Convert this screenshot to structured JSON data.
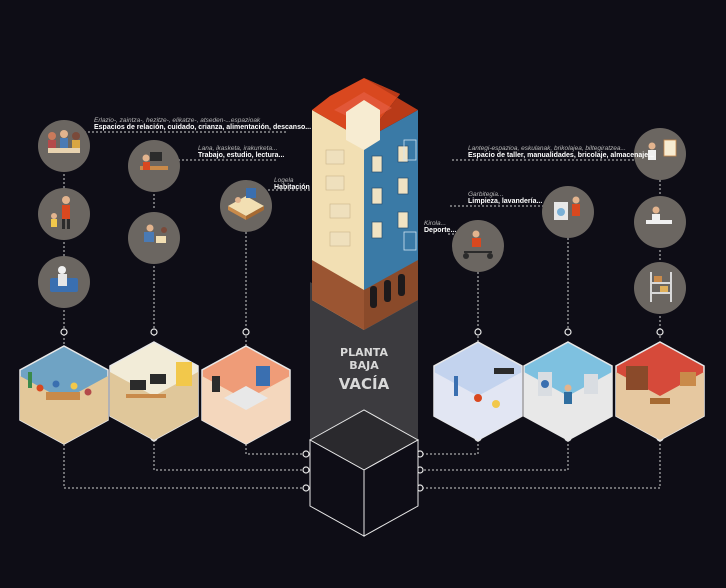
{
  "labels": {
    "relacion": {
      "eu": "Erlazio-, zaintza-, hezitze-, elikatze-, atseden-...espazioak",
      "es": "Espacios de relación, cuidado, crianza, alimentación, descanso..."
    },
    "trabajo": {
      "eu": "Lana, ikasketa, irakurketa...",
      "es": "Trabajo, estudio, lectura..."
    },
    "habitacion": {
      "eu": "Logela",
      "es": "Habitación"
    },
    "taller": {
      "eu": "Lantegi-espazioa, eskulanak, brikolajea, biltegiratzea...",
      "es": "Espacio de taller, manualidades, bricolaje, almacenaje..."
    },
    "limpieza": {
      "eu": "Garbitegia...",
      "es": "Limpieza, lavandería..."
    },
    "deporte": {
      "eu": "Kirola...",
      "es": "Deporte..."
    }
  },
  "center": {
    "line1": "PLANTA",
    "line2": "BAJA",
    "line3": "VACÍA"
  },
  "colors": {
    "background": "#0e0d16",
    "circle": "#6b6661",
    "line": "#cfcfcf",
    "roof": "#d9481f",
    "facade_cream": "#f2dfb3",
    "facade_blue": "#3a7aa6",
    "ground_floor": "#8a4a2a"
  },
  "icons": [
    "family-table-icon",
    "child-care-icon",
    "elderly-icon",
    "desk-work-icon",
    "reading-icon",
    "bed-icon",
    "gym-icon",
    "washing-machine-icon",
    "painter-easel-icon",
    "crafts-icon",
    "shelving-icon"
  ]
}
